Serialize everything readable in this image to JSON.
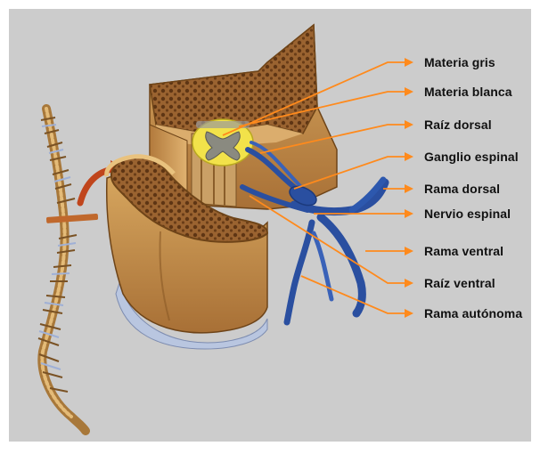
{
  "labels": {
    "materia_gris": "Materia gris",
    "materia_blanca": "Materia blanca",
    "raiz_dorsal": "Raíz dorsal",
    "ganglio_espinal": "Ganglio espinal",
    "rama_dorsal": "Rama dorsal",
    "nervio_espinal": "Nervio espinal",
    "rama_ventral": "Rama ventral",
    "raiz_ventral": "Raíz ventral",
    "rama_autonoma": "Rama autónoma"
  },
  "colors": {
    "background": "#cccccc",
    "leader_line": "#ff8a1c",
    "bone": "#c8944e",
    "bone_dark": "#8a5a26",
    "marrow": "#7a4a20",
    "nerve": "#2a4fa0",
    "white_matter": "#f2e24a",
    "grey_matter": "#8a8a80",
    "disc": "#b9c6e0"
  },
  "icons": {
    "arrow": "curved-arrow-icon"
  }
}
